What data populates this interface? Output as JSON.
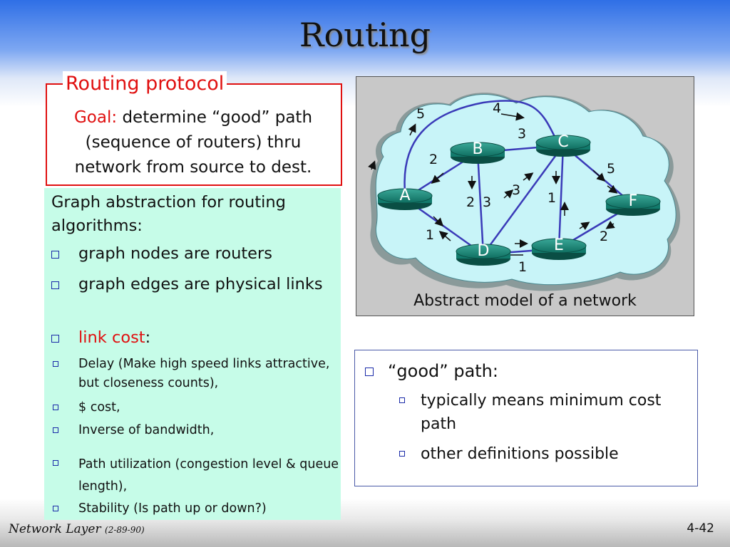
{
  "slide": {
    "title": "Routing",
    "footer_left": "Network Layer",
    "footer_left_small": "(2-89-90)",
    "page_number": "4-42"
  },
  "protocol_box": {
    "label": "Routing protocol",
    "goal_label": "Goal:",
    "goal_text": "determine “good” path (sequence of routers) thru network from source to dest."
  },
  "abstraction": {
    "heading": "Graph abstraction for routing algorithms:",
    "bullets": [
      "graph nodes are routers",
      "graph edges are physical links"
    ],
    "link_cost_label": "link cost",
    "link_cost_colon": ":",
    "sub_bullets": [
      "Delay (Make high speed links attractive, but closeness counts),",
      "$ cost,",
      "Inverse of bandwidth,",
      "Path utilization (congestion level & queue length),",
      "Stability (Is path up or down?)"
    ]
  },
  "diagram": {
    "caption": "Abstract model of a network",
    "nodes": [
      {
        "id": "A",
        "label": "A"
      },
      {
        "id": "B",
        "label": "B"
      },
      {
        "id": "C",
        "label": "C"
      },
      {
        "id": "D",
        "label": "D"
      },
      {
        "id": "E",
        "label": "E"
      },
      {
        "id": "F",
        "label": "F"
      }
    ],
    "edges": [
      {
        "from": "A",
        "to": "B",
        "cost": "2"
      },
      {
        "from": "A",
        "to": "C",
        "cost": "5"
      },
      {
        "from": "A",
        "to": "D",
        "cost": "1"
      },
      {
        "from": "B",
        "to": "C",
        "cost": "3"
      },
      {
        "from": "B",
        "to": "D",
        "cost": "2"
      },
      {
        "from": "C",
        "to": "D",
        "cost": "3"
      },
      {
        "from": "C",
        "to": "E",
        "cost": "1"
      },
      {
        "from": "C",
        "to": "F",
        "cost": "5"
      },
      {
        "from": "D",
        "to": "E",
        "cost": "1"
      },
      {
        "from": "E",
        "to": "F",
        "cost": "2"
      },
      {
        "from": "D",
        "to": "C",
        "cost": "3"
      },
      {
        "from": "C",
        "to": "A",
        "cost": "4"
      }
    ],
    "colors": {
      "cloud": "#c8f4f8",
      "router": "#1a8a7a",
      "link": "#3a3ab8",
      "label": "#ffffff"
    }
  },
  "good_path": {
    "heading": "“good” path:",
    "sub_bullets": [
      "typically means minimum cost path",
      "other definitions possible"
    ]
  }
}
